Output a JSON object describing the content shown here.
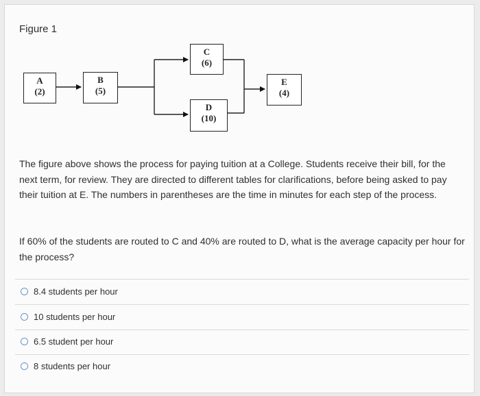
{
  "figure": {
    "title": "Figure 1"
  },
  "diagram": {
    "boxes": {
      "a": {
        "name": "A",
        "time": "(2)"
      },
      "b": {
        "name": "B",
        "time": "(5)"
      },
      "c": {
        "name": "C",
        "time": "(6)"
      },
      "d": {
        "name": "D",
        "time": "(10)"
      },
      "e": {
        "name": "E",
        "time": "(4)"
      }
    }
  },
  "question": {
    "paragraph1": "The figure above shows the process for paying tuition at a College. Students receive their bill, for the next term, for review. They are directed to different tables for clarifications, before being asked to pay their tuition at E. The numbers in parentheses are the time in minutes for each step of the process.",
    "paragraph2": "If 60% of the students are routed to C and 40% are routed to D, what is the average capacity per hour for the process?"
  },
  "options": [
    {
      "label": "8.4 students per hour"
    },
    {
      "label": "10 students per hour"
    },
    {
      "label": "6.5 student per hour"
    },
    {
      "label": "8 students per hour"
    }
  ]
}
